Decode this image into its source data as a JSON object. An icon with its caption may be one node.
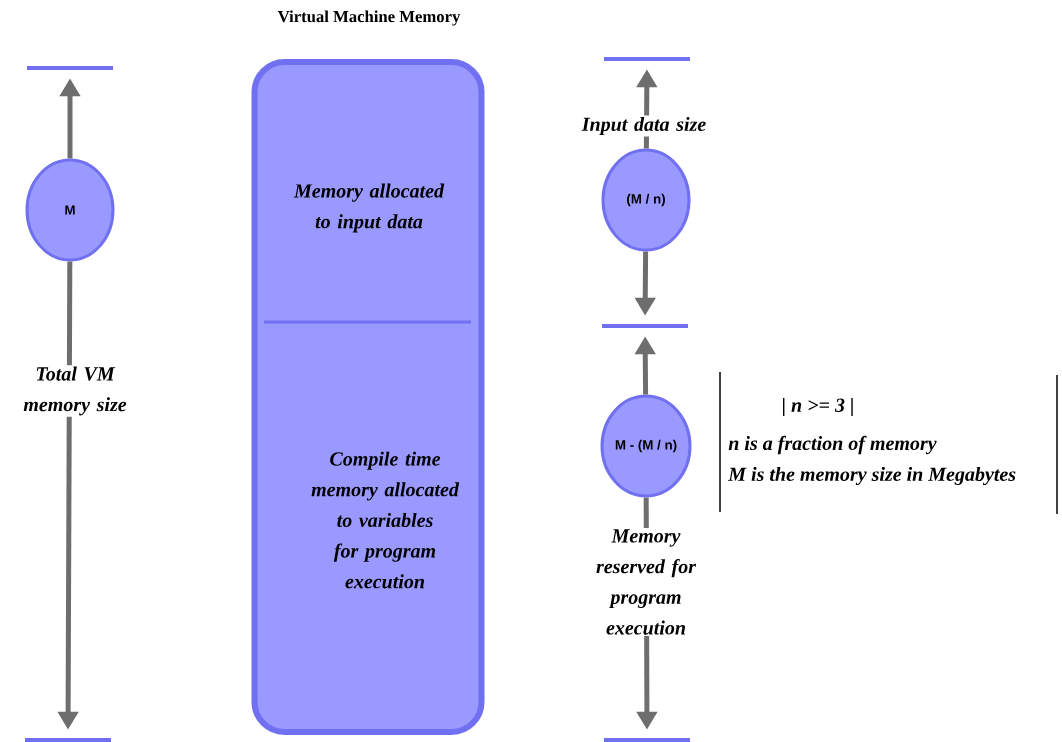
{
  "diagram": {
    "title": "Virtual Machine Memory",
    "nodes": [
      {
        "text": [],
        "shape": "bar"
      },
      {
        "text": [
          "M"
        ]
      },
      {
        "text": [],
        "shape": "bar"
      },
      {
        "text": [
          "Memory allocated to input data",
          "Compile time memory allocated to variables for program execution"
        ]
      },
      {
        "text": [],
        "shape": "bar"
      },
      {
        "text": [
          "(M / n)"
        ]
      },
      {
        "text": [],
        "shape": "bar"
      },
      {
        "text": [
          "M - (M / n)"
        ]
      },
      {
        "text": [],
        "shape": "bar"
      }
    ],
    "edges": [
      {
        "from": 1,
        "to": 0,
        "arrow": "to"
      },
      {
        "from": 1,
        "to": 2,
        "arrow": "to",
        "label": "Total VM memory size"
      },
      {
        "from": 5,
        "to": 4,
        "arrow": "to",
        "label": "Input data size"
      },
      {
        "from": 5,
        "to": 6,
        "arrow": "to"
      },
      {
        "from": 7,
        "to": 6,
        "arrow": "to"
      },
      {
        "from": 7,
        "to": 8,
        "arrow": "to",
        "label": "Memory reserved for program execution"
      }
    ],
    "labels": [
      "|  n >= 3  |",
      "n is a fraction of memory",
      "M is the memory size in Megabytes"
    ]
  }
}
